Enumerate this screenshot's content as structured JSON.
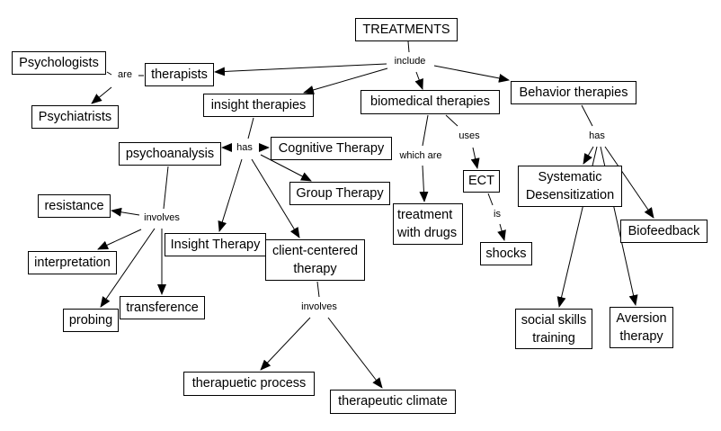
{
  "diagram": {
    "type": "concept-map",
    "concepts": {
      "treatments": "TREATMENTS",
      "therapists": "therapists",
      "psychologists": "Psychologists",
      "psychiatrists": "Psychiatrists",
      "insight_therapies": "insight therapies",
      "biomedical_therapies": "biomedical therapies",
      "behavior_therapies": "Behavior therapies",
      "psychoanalysis": "psychoanalysis",
      "cognitive_therapy": "Cognitive Therapy",
      "group_therapy": "Group Therapy",
      "resistance": "resistance",
      "insight_therapy": "Insight Therapy",
      "client_centered_therapy": "client-centered therapy",
      "interpretation": "interpretation",
      "probing": "probing",
      "transference": "transference",
      "therapuetic_process": "therapuetic process",
      "therapeutic_climate": "therapeutic climate",
      "ect": "ECT",
      "treatment_with_drugs": "treatment with drugs",
      "shocks": "shocks",
      "systematic_desensitization": "Systematic Desensitization",
      "biofeedback": "Biofeedback",
      "social_skills_training": "social skills training",
      "aversion_therapy": "Aversion therapy"
    },
    "links": {
      "include": "include",
      "are": "are",
      "has_insight": "has",
      "involves_psycho": "involves",
      "involves_client": "involves",
      "uses": "uses",
      "which_are": "which are",
      "is": "is",
      "has_behavior": "has"
    },
    "relations": [
      {
        "from": "TREATMENTS",
        "link": "include",
        "to": [
          "therapists",
          "insight therapies",
          "biomedical therapies",
          "Behavior therapies"
        ]
      },
      {
        "from": "Psychologists",
        "link": "are",
        "to": [
          "therapists",
          "Psychiatrists"
        ]
      },
      {
        "from": "insight therapies",
        "link": "has",
        "to": [
          "psychoanalysis",
          "Cognitive Therapy",
          "Group Therapy",
          "Insight Therapy",
          "client-centered therapy"
        ]
      },
      {
        "from": "psychoanalysis",
        "link": "involves",
        "to": [
          "resistance",
          "interpretation",
          "probing",
          "transference"
        ]
      },
      {
        "from": "client-centered therapy",
        "link": "involves",
        "to": [
          "therapuetic process",
          "therapeutic climate"
        ]
      },
      {
        "from": "biomedical therapies",
        "link": "uses",
        "to": [
          "ECT"
        ]
      },
      {
        "from": "biomedical therapies",
        "link": "which are",
        "to": [
          "treatment with drugs"
        ]
      },
      {
        "from": "ECT",
        "link": "is",
        "to": [
          "shocks"
        ]
      },
      {
        "from": "Behavior therapies",
        "link": "has",
        "to": [
          "Systematic Desensitization",
          "Biofeedback",
          "social skills training",
          "Aversion therapy"
        ]
      }
    ]
  }
}
